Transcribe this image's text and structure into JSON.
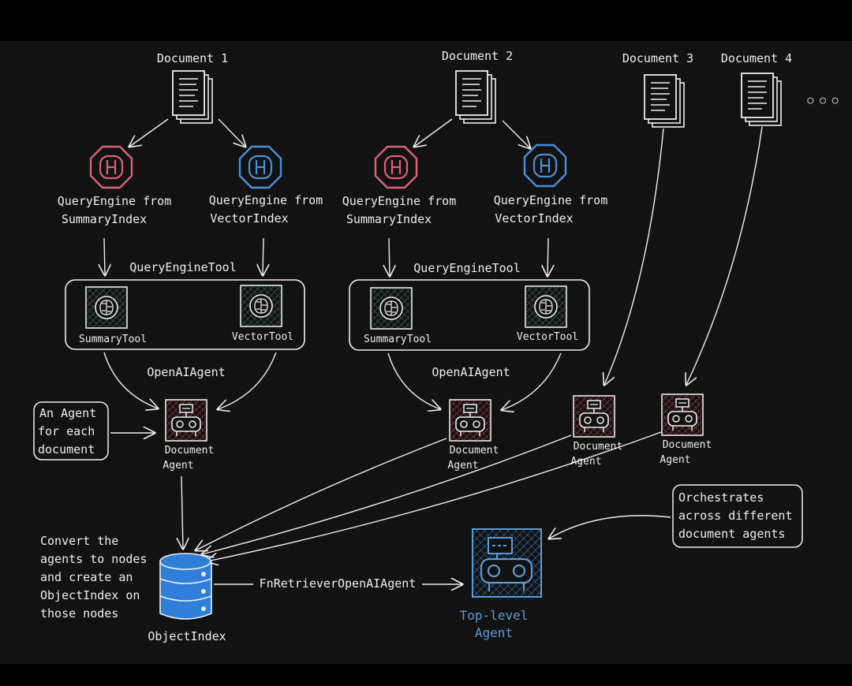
{
  "colors": {
    "background": "#121212",
    "frame": "#000000",
    "stroke": "#eeeeee",
    "summary_engine": "#d8637a",
    "vector_engine": "#4a90d9",
    "tool_icon": "#4f8a80",
    "agent_icon": "#c0445a",
    "top_agent": "#5b9bd5",
    "db": "#2f7fd8"
  },
  "documents": [
    {
      "label": "Document 1"
    },
    {
      "label": "Document 2"
    },
    {
      "label": "Document 3"
    },
    {
      "label": "Document 4"
    }
  ],
  "more_marker": "○ ○ ○",
  "pipelines": [
    {
      "summary_engine": [
        "QueryEngine from",
        "SummaryIndex"
      ],
      "vector_engine": [
        "QueryEngine from",
        "VectorIndex"
      ],
      "tool_group_label": "QueryEngineTool",
      "summary_tool": "SummaryTool",
      "vector_tool": "VectorTool",
      "agent_type": "OpenAIAgent",
      "agent_label": [
        "Document",
        "Agent"
      ]
    },
    {
      "summary_engine": [
        "QueryEngine from",
        "SummaryIndex"
      ],
      "vector_engine": [
        "QueryEngine from",
        "VectorIndex"
      ],
      "tool_group_label": "QueryEngineTool",
      "summary_tool": "SummaryTool",
      "vector_tool": "VectorTool",
      "agent_type": "OpenAIAgent",
      "agent_label": [
        "Document",
        "Agent"
      ]
    }
  ],
  "extra_agents": [
    {
      "label": [
        "Document",
        "Agent"
      ]
    },
    {
      "label": [
        "Document",
        "Agent"
      ]
    }
  ],
  "note_agent": [
    "An Agent",
    "for each",
    "document"
  ],
  "note_convert": [
    "Convert the",
    "agents to nodes",
    "and create an",
    "ObjectIndex on",
    "those nodes"
  ],
  "object_index": "ObjectIndex",
  "retriever_edge": "FnRetrieverOpenAIAgent",
  "top_agent": [
    "Top-level",
    "Agent"
  ],
  "note_orchestrate": [
    "Orchestrates",
    "across different",
    "document agents"
  ]
}
